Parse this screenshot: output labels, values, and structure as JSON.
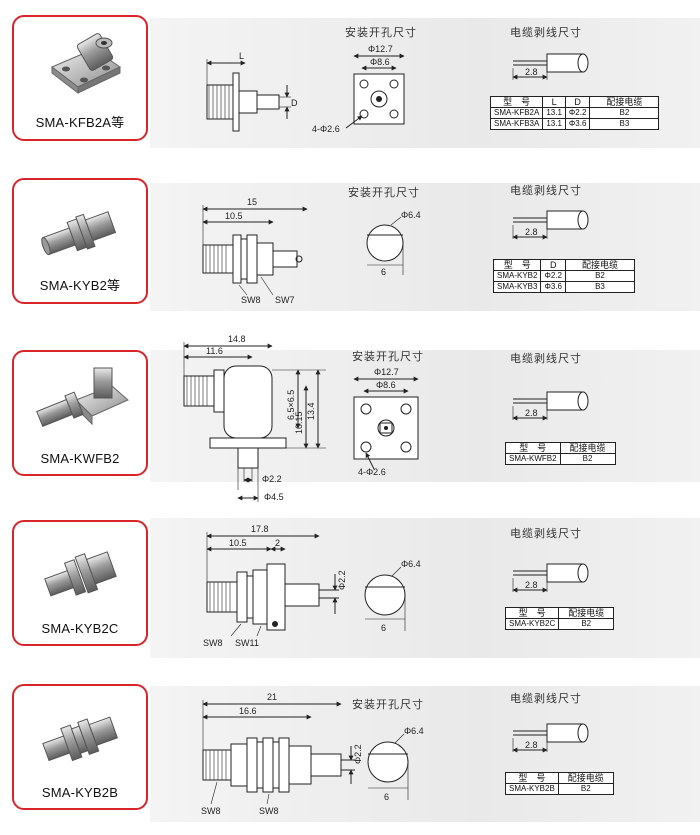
{
  "headers": {
    "install": "安装开孔尺寸",
    "cable": "电缆剥线尺寸"
  },
  "rows": [
    {
      "model": "SMA-KFB2A等",
      "dims": {
        "L": "L",
        "D": "D",
        "o127": "Φ12.7",
        "o86": "Φ8.6",
        "hole": "4-Φ2.6",
        "strip": "2.8"
      },
      "table": {
        "head": [
          "型　号",
          "L",
          "D",
          "配接电缆"
        ],
        "body": [
          [
            "SMA-KFB2A",
            "13.1",
            "Φ2.2",
            "B2"
          ],
          [
            "SMA-KFB3A",
            "13.1",
            "Φ3.6",
            "B3"
          ]
        ]
      }
    },
    {
      "model": "SMA-KYB2等",
      "dims": {
        "d15": "15",
        "d105": "10.5",
        "o64": "Φ6.4",
        "six": "6",
        "sw8": "SW8",
        "sw7": "SW7",
        "strip": "2.8"
      },
      "table": {
        "head": [
          "型　号",
          "D",
          "配接电缆"
        ],
        "body": [
          [
            "SMA-KYB2",
            "Φ2.2",
            "B2"
          ],
          [
            "SMA-KYB3",
            "Φ3.6",
            "B3"
          ]
        ]
      }
    },
    {
      "model": "SMA-KWFB2",
      "dims": {
        "d148": "14.8",
        "d116": "11.6",
        "d65": "6.5×6.5",
        "d1015": "10.15",
        "d134": "13.4",
        "o22": "Φ2.2",
        "o45": "Φ4.5",
        "o127": "Φ12.7",
        "o86": "Φ8.6",
        "hole": "4-Φ2.6",
        "strip": "2.8"
      },
      "table": {
        "head": [
          "型　号",
          "配接电缆"
        ],
        "body": [
          [
            "SMA-KWFB2",
            "B2"
          ]
        ]
      }
    },
    {
      "model": "SMA-KYB2C",
      "dims": {
        "d178": "17.8",
        "d105": "10.5",
        "d2": "2",
        "o22": "Φ2.2",
        "sw8": "SW8",
        "sw11": "SW11",
        "o64": "Φ6.4",
        "six": "6",
        "strip": "2.8"
      },
      "table": {
        "head": [
          "型　号",
          "配接电缆"
        ],
        "body": [
          [
            "SMA-KYB2C",
            "B2"
          ]
        ]
      }
    },
    {
      "model": "SMA-KYB2B",
      "dims": {
        "d21": "21",
        "d166": "16.6",
        "o22": "Φ2.2",
        "sw8a": "SW8",
        "sw8b": "SW8",
        "o64": "Φ6.4",
        "six": "6",
        "strip": "2.8"
      },
      "table": {
        "head": [
          "型　号",
          "配接电缆"
        ],
        "body": [
          [
            "SMA-KYB2B",
            "B2"
          ]
        ]
      }
    }
  ]
}
